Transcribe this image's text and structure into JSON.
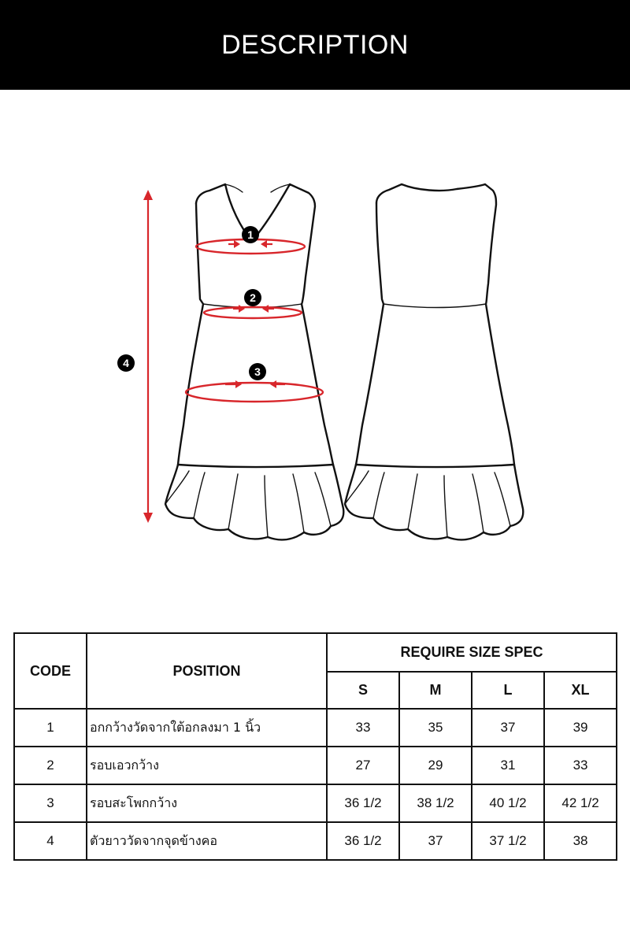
{
  "header": {
    "title": "DESCRIPTION"
  },
  "diagram": {
    "markers": [
      "1",
      "2",
      "3",
      "4"
    ],
    "colors": {
      "measure": "#d8262b",
      "outline": "#111111"
    }
  },
  "table": {
    "headers": {
      "code": "CODE",
      "position": "POSITION",
      "spec": "REQUIRE SIZE SPEC",
      "sizes": [
        "S",
        "M",
        "L",
        "XL"
      ]
    },
    "rows": [
      {
        "code": "1",
        "position": "อกกว้างวัดจากใต้อกลงมา 1 นิ้ว",
        "values": [
          "33",
          "35",
          "37",
          "39"
        ]
      },
      {
        "code": "2",
        "position": "รอบเอวกว้าง",
        "values": [
          "27",
          "29",
          "31",
          "33"
        ]
      },
      {
        "code": "3",
        "position": "รอบสะโพกกว้าง",
        "values": [
          "36 1/2",
          "38 1/2",
          "40 1/2",
          "42 1/2"
        ]
      },
      {
        "code": "4",
        "position": "ตัวยาววัดจากจุดข้างคอ",
        "values": [
          "36 1/2",
          "37",
          "37 1/2",
          "38"
        ]
      }
    ]
  }
}
